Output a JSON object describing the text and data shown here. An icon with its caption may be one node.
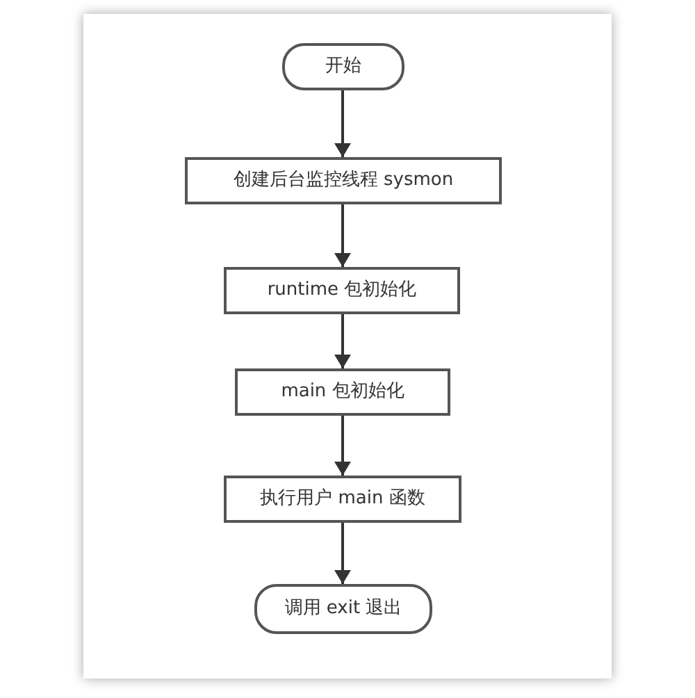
{
  "diagram": {
    "nodes": [
      {
        "text": [
          "开始"
        ]
      },
      {
        "text": [
          "创建后台监控线程 sysmon"
        ]
      },
      {
        "text": [
          "runtime 包初始化"
        ]
      },
      {
        "text": [
          "main 包初始化"
        ]
      },
      {
        "text": [
          "执行用户 main 函数"
        ]
      },
      {
        "text": [
          "调用 exit 退出"
        ]
      }
    ],
    "edges": [
      {
        "from": 0,
        "to": 1,
        "arrow": "to"
      },
      {
        "from": 1,
        "to": 2,
        "arrow": "to"
      },
      {
        "from": 2,
        "to": 3,
        "arrow": "to"
      },
      {
        "from": 3,
        "to": 4,
        "arrow": "to"
      },
      {
        "from": 4,
        "to": 5,
        "arrow": "to"
      }
    ]
  }
}
